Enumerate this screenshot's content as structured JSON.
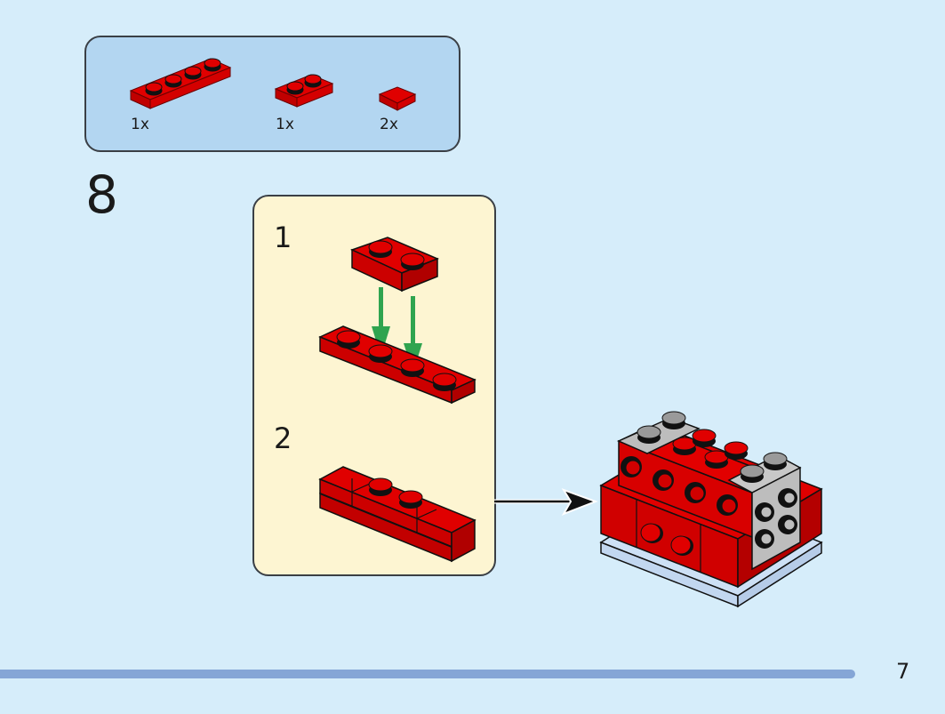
{
  "parts_list": {
    "items": [
      {
        "name": "Plate 1x4",
        "color": "red",
        "quantity": "1x"
      },
      {
        "name": "Plate 1x2",
        "color": "red",
        "quantity": "1x"
      },
      {
        "name": "Tile 1x1",
        "color": "red",
        "quantity": "2x"
      }
    ]
  },
  "step": {
    "number": "8",
    "substeps": [
      {
        "number": "1",
        "description": "Attach 1x2 plate onto the middle studs of 1x4 plate"
      },
      {
        "number": "2",
        "description": "Add two 1x1 tiles at both ends"
      }
    ],
    "result_description": "Attach sub-assembly to front of model"
  },
  "colors": {
    "page_background": "#d6edfa",
    "parts_box": "#b3d6f1",
    "substep_box": "#fdf5d2",
    "brick_red": "#d70000",
    "brick_gray": "#b8b8b8",
    "arrow_green": "#2fa44f",
    "progress_bar": "#85a6d6"
  },
  "footer": {
    "page_number": "7"
  }
}
